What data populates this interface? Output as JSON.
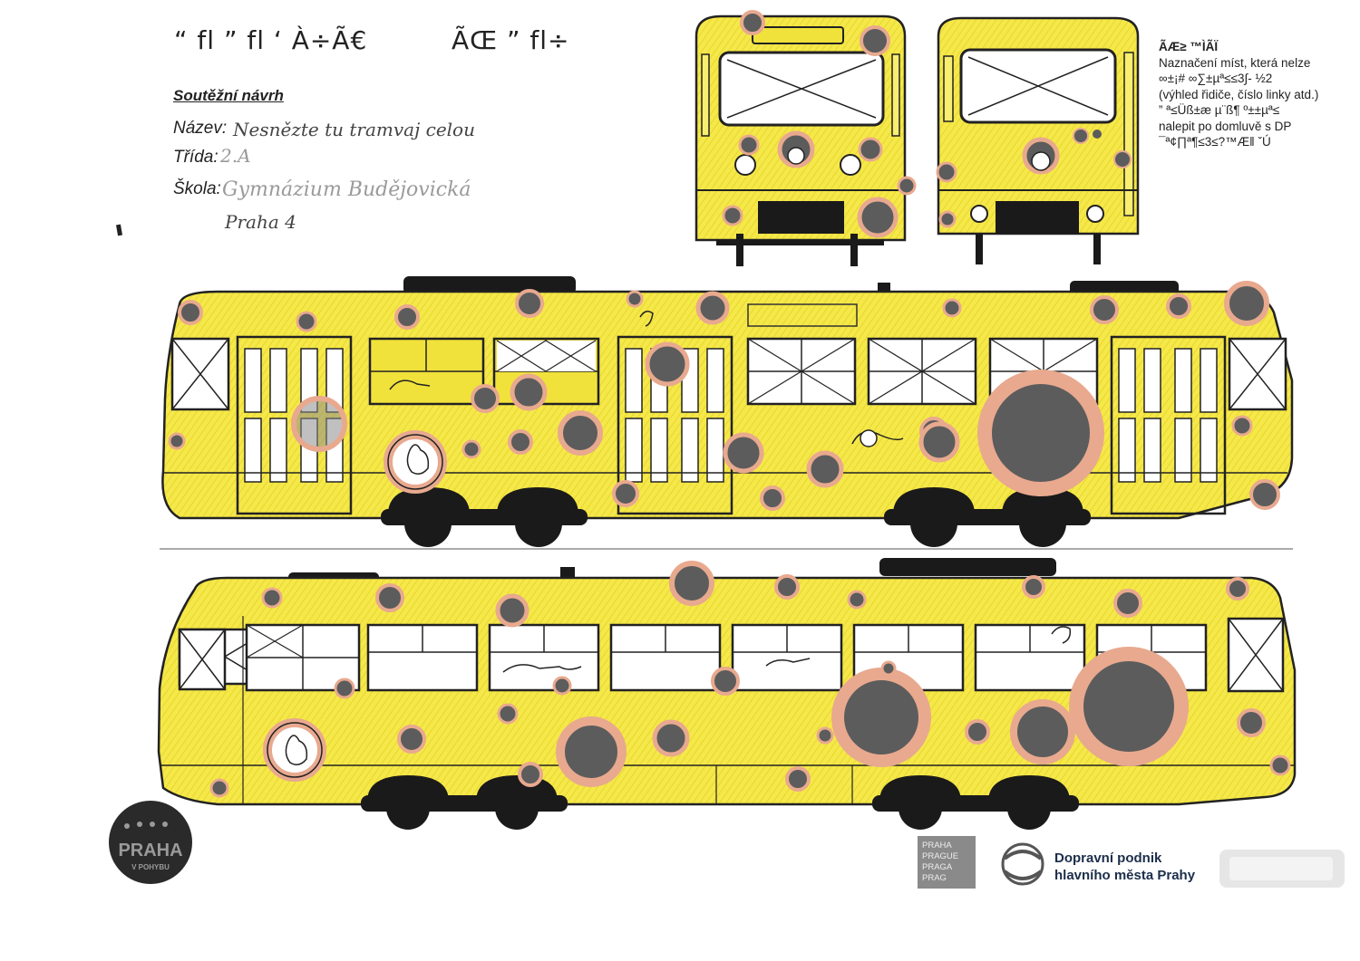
{
  "header": {
    "garbled_left": "“ fl ” fl ‘ À÷Ã€",
    "garbled_right": "ÃŒ ” fl÷"
  },
  "form": {
    "heading": "Soutěžní návrh",
    "name_label": "Název:",
    "name_value": "Nesnězte tu tramvaj celou",
    "class_label": "Třída:",
    "class_value": "2.A",
    "school_label": "Škola:",
    "school_value_line1": "Gymnázium Budějovická",
    "school_value_line2": "Praha 4"
  },
  "notes": {
    "line1": "ÃÆ≥ ™ÌÃÏ",
    "line2": "Naznačení míst, která nelze",
    "line3": "∞±¡# ∞∑±µª≤≤3∫- ½2",
    "line4": "(výhled řidiče, číslo linky atd.)",
    "line5": "” ª≤Üß±æ µ¨ß¶ º±±µª≤",
    "line6": "nalepit po domluvě s DP",
    "line7": "¯ª¢∏ª¶≤3≤?™Æ‖ ˇÚ"
  },
  "footer": {
    "praha_logo_text": "PRAHA",
    "praha_logo_sub": "V POHYBU",
    "praga_box": [
      "PRAHA",
      "PRAGUE",
      "PRAGA",
      "PRAG"
    ],
    "dp_name_line1": "Dopravní podnik",
    "dp_name_line2": "hlavního města Prahy"
  },
  "colors": {
    "tram_yellow": "#f5e84a",
    "hole_dark": "#5c5c5c",
    "hole_rim": "#e8a98f",
    "ink": "#222222"
  }
}
